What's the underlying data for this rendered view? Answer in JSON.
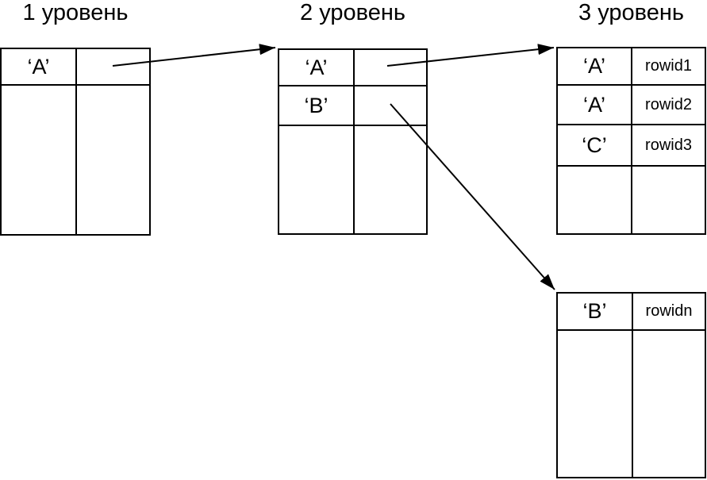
{
  "diagram": {
    "background_color": "#ffffff",
    "line_color": "#000000",
    "tables": {
      "level1": {
        "title": "1 уровень",
        "rows": [
          {
            "key": "‘A’",
            "val": ""
          }
        ]
      },
      "level2": {
        "title": "2 уровень",
        "rows": [
          {
            "key": "‘A’",
            "val": ""
          },
          {
            "key": "‘B’",
            "val": ""
          }
        ]
      },
      "level3": {
        "title": "3 уровень",
        "rows": [
          {
            "key": "‘A’",
            "val": "rowid1"
          },
          {
            "key": "‘A’",
            "val": "rowid2"
          },
          {
            "key": "‘C’",
            "val": "rowid3"
          }
        ]
      },
      "leaf_b": {
        "title": "",
        "rows": [
          {
            "key": "‘B’",
            "val": "rowidn"
          }
        ]
      }
    },
    "arrows": [
      {
        "from": "level1-row-A-pointer",
        "to": "level2-table"
      },
      {
        "from": "level2-row-A-pointer",
        "to": "level3-table"
      },
      {
        "from": "level2-row-B-pointer",
        "to": "leaf-b-table"
      }
    ]
  }
}
